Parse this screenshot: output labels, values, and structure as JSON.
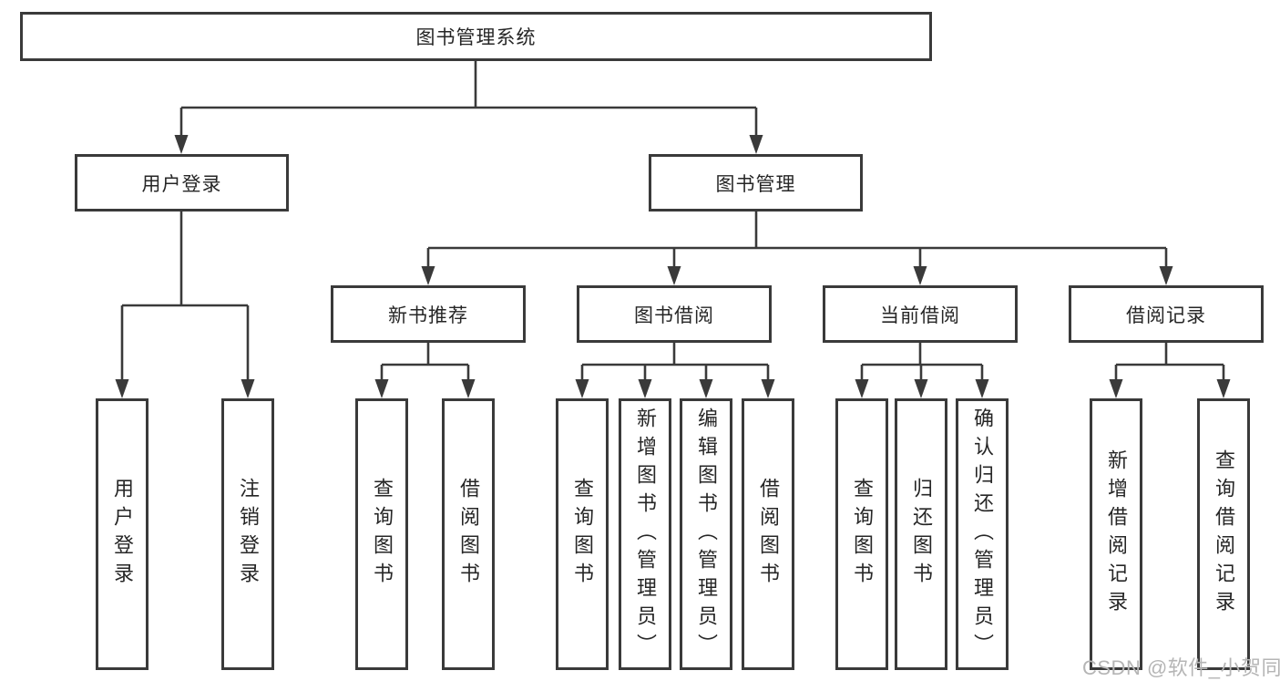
{
  "diagram": {
    "type": "hierarchy-tree",
    "line_color": "#3a3a3a",
    "box_background": "#ffffff",
    "text_color": "#262626"
  },
  "tree": {
    "root": {
      "label": "图书管理系统",
      "children": [
        {
          "label": "用户登录",
          "children": [
            {
              "label": "用户登录"
            },
            {
              "label": "注销登录"
            }
          ]
        },
        {
          "label": "图书管理",
          "children": [
            {
              "label": "新书推荐",
              "children": [
                {
                  "label": "查询图书"
                },
                {
                  "label": "借阅图书"
                }
              ]
            },
            {
              "label": "图书借阅",
              "children": [
                {
                  "label": "查询图书"
                },
                {
                  "label": "新增图书（管理员）"
                },
                {
                  "label": "编辑图书（管理员）"
                },
                {
                  "label": "借阅图书"
                }
              ]
            },
            {
              "label": "当前借阅",
              "children": [
                {
                  "label": "查询图书"
                },
                {
                  "label": "归还图书"
                },
                {
                  "label": "确认归还（管理员）"
                }
              ]
            },
            {
              "label": "借阅记录",
              "children": [
                {
                  "label": "新增借阅记录"
                },
                {
                  "label": "查询借阅记录"
                }
              ]
            }
          ]
        }
      ]
    }
  },
  "watermark": {
    "text": "CSDN @软件_小贺同学",
    "color": "#b5b5b5"
  }
}
